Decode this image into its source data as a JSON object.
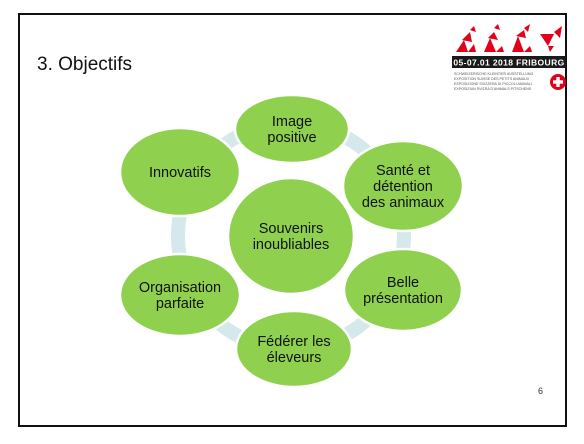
{
  "slide": {
    "title": "3. Objectifs",
    "page_number": "6"
  },
  "diagram": {
    "center": "Souvenirs inoubliables",
    "center_lines": [
      "Souvenirs",
      "inoubliables"
    ],
    "nodes": [
      {
        "id": "image-positive",
        "lines": [
          "Image",
          "positive"
        ]
      },
      {
        "id": "sante-detention",
        "lines": [
          "Santé et",
          "détention",
          "des animaux"
        ]
      },
      {
        "id": "belle-presentation",
        "lines": [
          "Belle",
          "présentation"
        ]
      },
      {
        "id": "federer-eleveurs",
        "lines": [
          "Fédérer les",
          "éleveurs"
        ]
      },
      {
        "id": "organisation-parfaite",
        "lines": [
          "Organisation",
          "parfaite"
        ]
      },
      {
        "id": "innovatifs",
        "lines": [
          "Innovatifs"
        ]
      }
    ],
    "colors": {
      "node_fill": "#8fd14f",
      "ring": "#d5e8ec"
    }
  },
  "logo": {
    "dates_line": "05-07.01 2018 FRIBOURG",
    "subtitle_lines": [
      "SCHWEIZERISCHE KLEINTIER AUSSTELLUNG",
      "EXPOSITION SUISSE DES PETITS ANIMAUX",
      "ESPOSIZIONE SVIZZERA DI PICCOLI ANIMALI",
      "EXPOSIZIUN SVIZRA D'ANIMALS PITSCHENS"
    ],
    "colors": {
      "red": "#e2001a",
      "dark": "#1a1a1a"
    }
  }
}
